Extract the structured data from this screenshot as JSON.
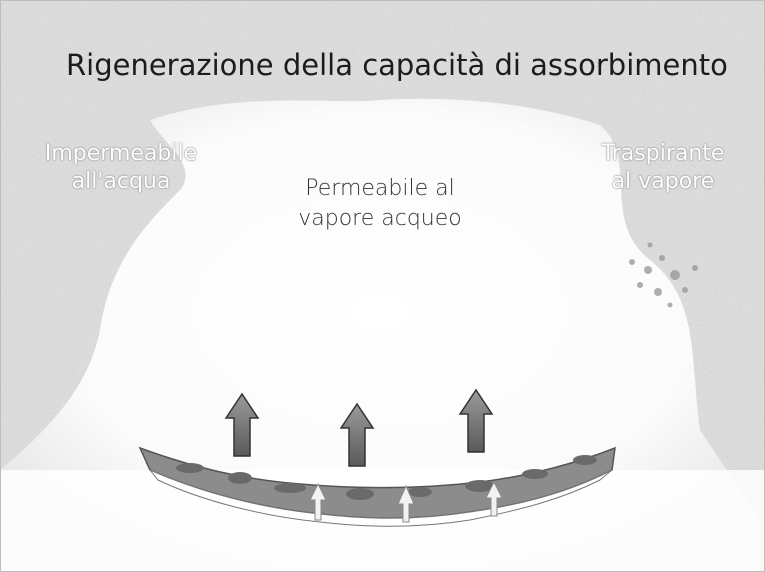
{
  "slide": {
    "title": "Rigenerazione della capacità di assorbimento",
    "left_label": {
      "line1": "Impermeabile",
      "line2": "all'acqua"
    },
    "right_label": {
      "line1": "Traspirante",
      "line2": "al vapore"
    },
    "center_label": {
      "line1": "Permeabile al",
      "line2": "vapore acqueo"
    }
  },
  "icons": {
    "arrows": [
      "up-arrow-icon",
      "up-arrow-icon",
      "up-arrow-icon"
    ],
    "membrane": "membrane-layer-icon",
    "droplets": "vapor-droplets-icon"
  }
}
